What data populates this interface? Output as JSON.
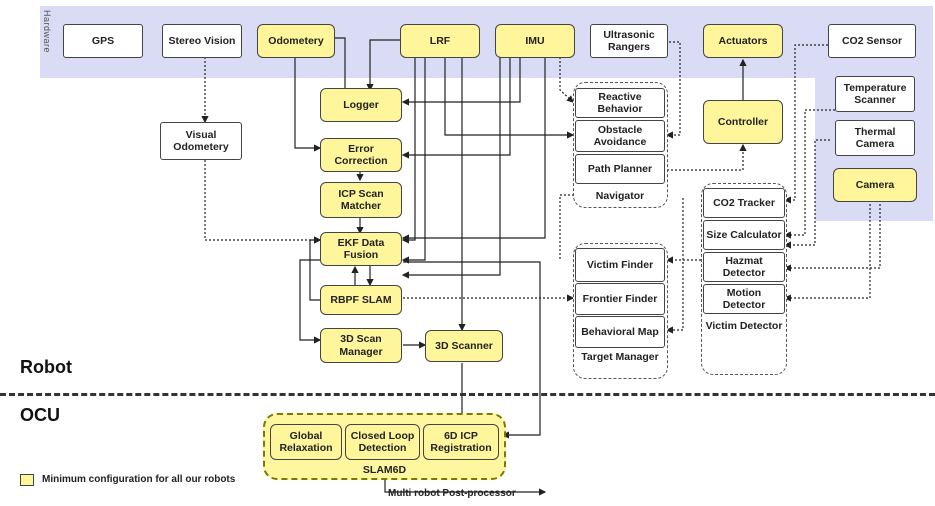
{
  "hardware_label": "Hardware",
  "hardware": {
    "gps": "GPS",
    "stereo": "Stereo Vision",
    "odometry": "Odometery",
    "lrf": "LRF",
    "imu": "IMU",
    "ultrasonic": "Ultrasonic Rangers",
    "actuators": "Actuators",
    "co2": "CO2 Sensor",
    "temp": "Temperature Scanner",
    "thermal": "Thermal Camera",
    "camera": "Camera"
  },
  "modules": {
    "visual_odometry": "Visual Odometery",
    "logger": "Logger",
    "error_correction": "Error Correction",
    "icp_scan_matcher": "ICP Scan Matcher",
    "ekf": "EKF Data Fusion",
    "rbpf": "RBPF SLAM",
    "scan_manager": "3D Scan Manager",
    "scanner3d": "3D Scanner",
    "controller": "Controller"
  },
  "navigator": {
    "label": "Navigator",
    "items": [
      "Reactive Behavior",
      "Obstacle Avoidance",
      "Path Planner"
    ]
  },
  "target_manager": {
    "label": "Target Manager",
    "items": [
      "Victim Finder",
      "Frontier Finder",
      "Behavioral Map"
    ]
  },
  "victim_detector": {
    "label": "Victim Detector",
    "items": [
      "CO2 Tracker",
      "Size Calculator",
      "Hazmat Detector",
      "Motion Detector"
    ]
  },
  "slam6d": {
    "label": "SLAM6D",
    "items": [
      "Global Relaxation",
      "Closed Loop Detection",
      "6D ICP Registration"
    ]
  },
  "sections": {
    "robot": "Robot",
    "ocu": "OCU"
  },
  "legend": "Minimum configuration for all our robots",
  "post_processor": "Multi robot Post-processor"
}
